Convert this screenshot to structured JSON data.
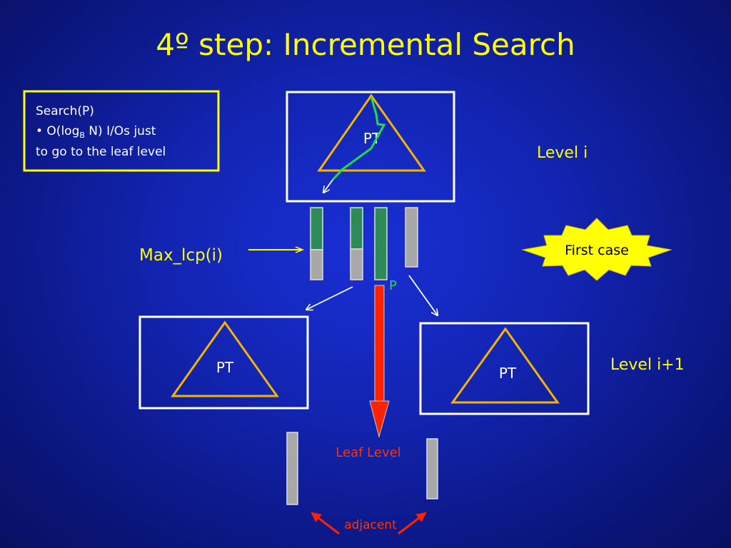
{
  "slide": {
    "title": "4º step: Incremental Search",
    "search_box": {
      "line1": "Search(P)",
      "line2_pre": "• O(log",
      "line2_sub": "B",
      "line2_post": " N) I/Os just",
      "line3": "to go to the leaf level"
    },
    "top_tree_label": "PT",
    "left_tree_label": "PT",
    "right_tree_label": "PT",
    "level_i": "Level i",
    "level_i1": "Level i+1",
    "max_lcp": "Max_lcp(i)",
    "first_case": "First case",
    "p_label": "P",
    "leaf_level": "Leaf Level",
    "adjacent": "adjacent"
  },
  "colors": {
    "title": "#ffff00",
    "triangle": "#f5b400",
    "green_path": "#22dd44",
    "bucket_green": "#2e8b57",
    "bucket_gray": "#a8a8a8",
    "red": "#ff2200",
    "starburst": "#ffff00"
  }
}
